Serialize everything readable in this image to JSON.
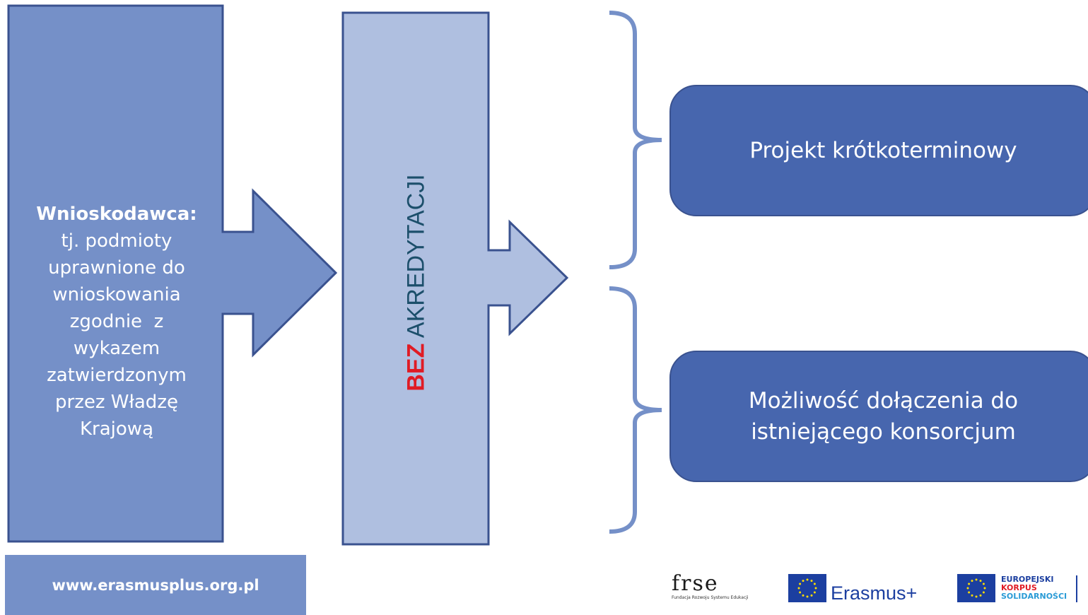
{
  "left_block": {
    "heading": "Wnioskodawca:",
    "lines": [
      "tj. podmioty",
      "uprawnione do",
      "wnioskowania",
      "zgodnie  z",
      "wykazem",
      "zatwierdzonym",
      "przez Władzę",
      "Krajową"
    ]
  },
  "middle_block": {
    "label_bold": "BEZ",
    "label_rest": " AKREDYTACJI"
  },
  "options": {
    "first": "Projekt krótkoterminowy",
    "second_line1": "Możliwość dołączenia do",
    "second_line2": "istniejącego konsorcjum"
  },
  "footer": {
    "url": "www.erasmusplus.org.pl"
  },
  "logos": {
    "frse_word": "frse",
    "frse_subtitle": "Fundacja Rozwoju Systemu Edukacji",
    "erasmus": "Erasmus+",
    "esc_line1": "EUROPEJSKI",
    "esc_line2": "KORPUS",
    "esc_line3": "SOLIDARNOŚCI"
  },
  "colors": {
    "left_arrow": "#7590c8",
    "middle_arrow": "#afbfe0",
    "option_box": "#4766ae",
    "bracket": "#7590c8",
    "highlight_red": "#e01b24"
  }
}
